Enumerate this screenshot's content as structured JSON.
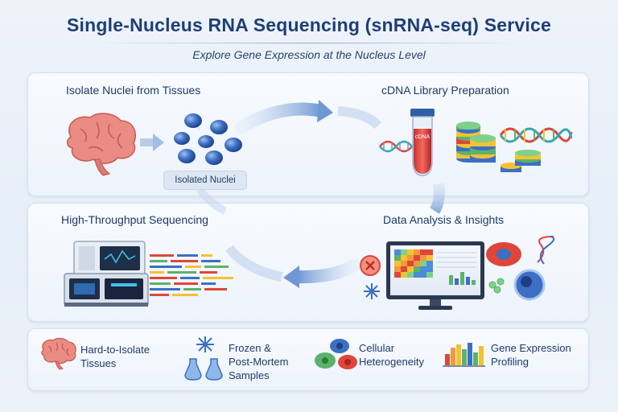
{
  "header": {
    "title": "Single-Nucleus RNA Sequencing (snRNA-seq) Service",
    "subtitle": "Explore Gene Expression at the Nucleus Level"
  },
  "workflow": {
    "steps": [
      {
        "label": "Isolate Nuclei from Tissues",
        "icon": "brain-icon"
      },
      {
        "label": "cDNA Library Preparation",
        "icon": "test-tube-icon"
      },
      {
        "label": "High-Throughput Sequencing",
        "icon": "sequencer-icon"
      },
      {
        "label": "Data Analysis & Insights",
        "icon": "monitor-heatmap-icon"
      }
    ],
    "nuclei_label": "Isolated Nuclei",
    "tube_label": "cDNA"
  },
  "benefits": [
    {
      "line1": "Hard-to-Isolate",
      "line2": "Tissues",
      "line3": "",
      "icon": "brain-icon"
    },
    {
      "line1": "Frozen &",
      "line2": "Post-Mortem",
      "line3": "Samples",
      "icon": "snowflake-flask-icon"
    },
    {
      "line1": "Cellular",
      "line2": "Heterogeneity",
      "line3": "",
      "icon": "cells-icon"
    },
    {
      "line1": "Gene Expression",
      "line2": "Profiling",
      "line3": "",
      "icon": "bar-chart-icon"
    }
  ],
  "colors": {
    "title": "#1e3f75",
    "brain": "#e8837c",
    "nucleus": "#3d6fc4",
    "dna_red": "#e0453a",
    "dna_teal": "#3aa6b0",
    "arrow": "#8fb0dc"
  }
}
